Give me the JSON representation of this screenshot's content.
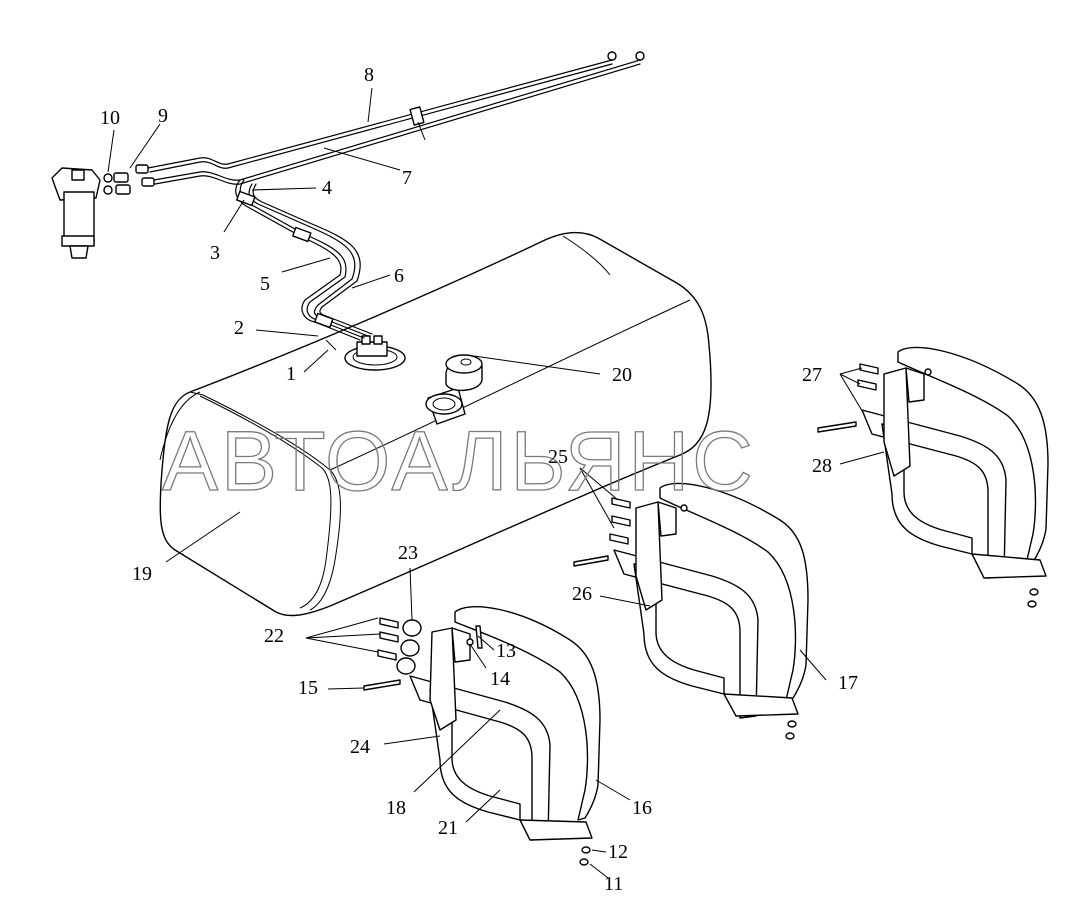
{
  "watermark": "АВТОАЛЬЯНС",
  "callouts": [
    {
      "id": "c1",
      "text": "1"
    },
    {
      "id": "c2",
      "text": "2"
    },
    {
      "id": "c3",
      "text": "3"
    },
    {
      "id": "c4",
      "text": "4"
    },
    {
      "id": "c5",
      "text": "5"
    },
    {
      "id": "c6",
      "text": "6"
    },
    {
      "id": "c7",
      "text": "7"
    },
    {
      "id": "c8",
      "text": "8"
    },
    {
      "id": "c9",
      "text": "9"
    },
    {
      "id": "c10",
      "text": "10"
    },
    {
      "id": "c11",
      "text": "11"
    },
    {
      "id": "c12",
      "text": "12"
    },
    {
      "id": "c13",
      "text": "13"
    },
    {
      "id": "c14",
      "text": "14"
    },
    {
      "id": "c15",
      "text": "15"
    },
    {
      "id": "c16",
      "text": "16"
    },
    {
      "id": "c17",
      "text": "17"
    },
    {
      "id": "c18",
      "text": "18"
    },
    {
      "id": "c19",
      "text": "19"
    },
    {
      "id": "c20",
      "text": "20"
    },
    {
      "id": "c21",
      "text": "21"
    },
    {
      "id": "c22",
      "text": "22"
    },
    {
      "id": "c23",
      "text": "23"
    },
    {
      "id": "c24",
      "text": "24"
    },
    {
      "id": "c25",
      "text": "25"
    },
    {
      "id": "c26",
      "text": "26"
    },
    {
      "id": "c27",
      "text": "27"
    },
    {
      "id": "c28",
      "text": "28"
    }
  ]
}
